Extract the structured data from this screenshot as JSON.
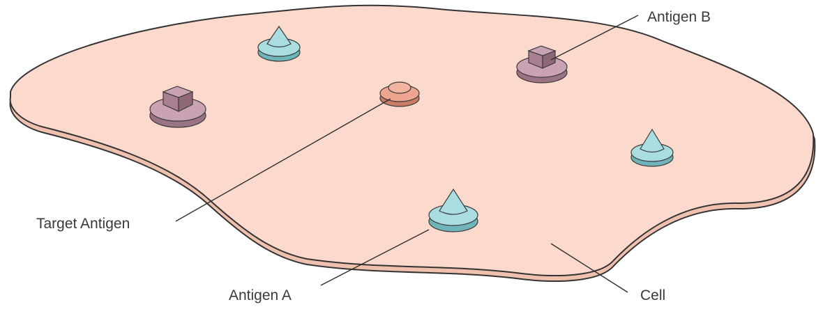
{
  "labels": {
    "antigen_b": "Antigen B",
    "target_antigen": "Target Antigen",
    "antigen_a": "Antigen A",
    "cell": "Cell"
  },
  "colors": {
    "cell_fill": "#fbd9cc",
    "cell_edge": "#f0c0ae",
    "cell_outline": "#333333",
    "antigen_a_fill": "#a9dde0",
    "antigen_a_dark": "#6fb4ba",
    "antigen_b_fill": "#c9a2b3",
    "antigen_b_dark": "#9a7385",
    "target_fill": "#eea58f",
    "target_dark": "#c97c66",
    "leader_line": "#2f2f2f"
  }
}
